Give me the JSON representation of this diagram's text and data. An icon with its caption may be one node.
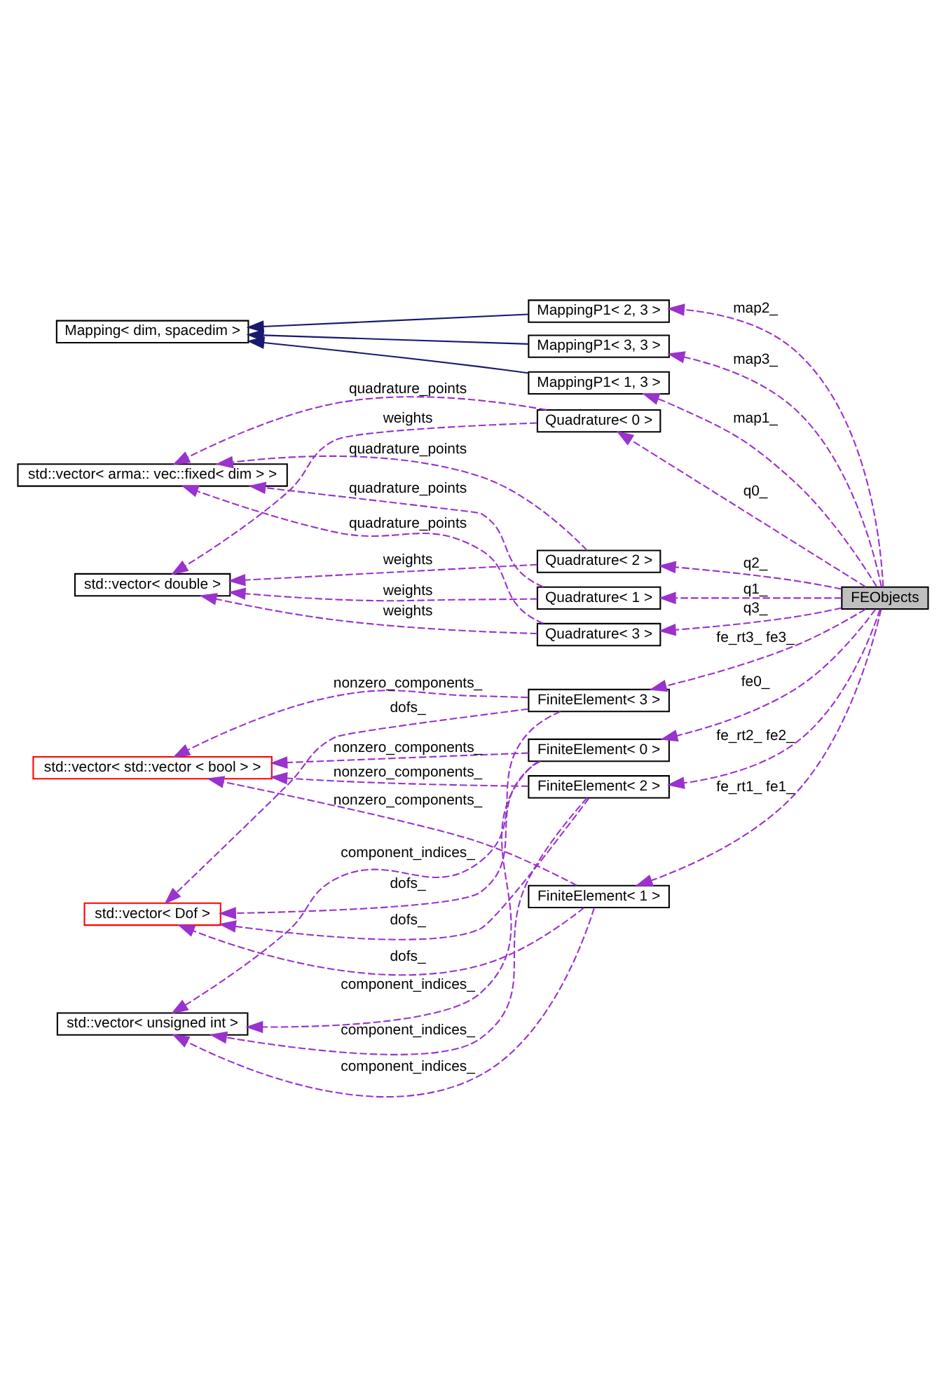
{
  "diagram": {
    "nodes": [
      {
        "text": [
          "Mapping< dim, spacedim >"
        ]
      },
      {
        "text": [
          "MappingP1< 2, 3 >"
        ]
      },
      {
        "text": [
          "MappingP1< 3, 3 >"
        ]
      },
      {
        "text": [
          "MappingP1< 1, 3 >"
        ]
      },
      {
        "text": [
          "std::vector< arma:: vec::fixed< dim > >"
        ]
      },
      {
        "text": [
          "Quadrature< 1 >"
        ]
      },
      {
        "text": [
          "Quadrature< 2 >"
        ]
      },
      {
        "text": [
          "std::vector< double >"
        ]
      },
      {
        "text": [
          "Quadrature< 0 >"
        ]
      },
      {
        "text": [
          "FEObjects"
        ]
      },
      {
        "text": [
          "Quadrature< 3 >"
        ]
      },
      {
        "text": [
          "FiniteElement< 3 >"
        ]
      },
      {
        "text": [
          "FiniteElement< 2 >"
        ]
      },
      {
        "text": [
          "std::vector< Dof >"
        ]
      },
      {
        "text": [
          "std::vector< std::vector < bool > >"
        ]
      },
      {
        "text": [
          "FiniteElement< 0 >"
        ]
      },
      {
        "text": [
          "std::vector< unsigned int >"
        ]
      },
      {
        "text": [
          "FiniteElement< 1 >"
        ]
      }
    ],
    "edges": [
      {
        "from": 1,
        "to": 0,
        "arrow": "to",
        "color": "#191970"
      },
      {
        "from": 2,
        "to": 0,
        "arrow": "to",
        "color": "#191970"
      },
      {
        "from": 3,
        "to": 0,
        "arrow": "to",
        "color": "#191970"
      },
      {
        "from": 9,
        "to": 1,
        "arrow": "to",
        "style": "dashed",
        "label": "map2_"
      },
      {
        "from": 9,
        "to": 2,
        "arrow": "to",
        "style": "dashed",
        "label": "map3_"
      },
      {
        "from": 9,
        "to": 3,
        "arrow": "to",
        "style": "dashed",
        "label": "map1_"
      },
      {
        "from": 9,
        "to": 5,
        "arrow": "to",
        "style": "dashed",
        "label": "q1_"
      },
      {
        "from": 9,
        "to": 6,
        "arrow": "to",
        "style": "dashed",
        "label": "q2_"
      },
      {
        "from": 9,
        "to": 8,
        "arrow": "to",
        "style": "dashed",
        "label": "q0_"
      },
      {
        "from": 9,
        "to": 10,
        "arrow": "to",
        "style": "dashed",
        "label": "q3_"
      },
      {
        "from": 9,
        "to": 11,
        "arrow": "to",
        "style": "dashed",
        "label": "fe_rt3_ fe3_"
      },
      {
        "from": 9,
        "to": 12,
        "arrow": "to",
        "style": "dashed",
        "label": "fe_rt2_ fe2_"
      },
      {
        "from": 9,
        "to": 15,
        "arrow": "to",
        "style": "dashed",
        "label": "fe0_"
      },
      {
        "from": 9,
        "to": 17,
        "arrow": "to",
        "style": "dashed",
        "label": "fe_rt1_ fe1_"
      },
      {
        "from": 5,
        "to": 4,
        "arrow": "to",
        "style": "dashed",
        "label": "quadrature_points"
      },
      {
        "from": 5,
        "to": 7,
        "arrow": "to",
        "style": "dashed",
        "label": "weights"
      },
      {
        "from": 6,
        "to": 4,
        "arrow": "to",
        "style": "dashed",
        "label": "quadrature_points"
      },
      {
        "from": 6,
        "to": 7,
        "arrow": "to",
        "style": "dashed",
        "label": "weights"
      },
      {
        "from": 8,
        "to": 4,
        "arrow": "to",
        "style": "dashed",
        "label": "quadrature_points"
      },
      {
        "from": 8,
        "to": 7,
        "arrow": "to",
        "style": "dashed",
        "label": "weights"
      },
      {
        "from": 10,
        "to": 4,
        "arrow": "to",
        "style": "dashed",
        "label": "quadrature_points"
      },
      {
        "from": 10,
        "to": 7,
        "arrow": "to",
        "style": "dashed",
        "label": "weights"
      },
      {
        "from": 11,
        "to": 13,
        "arrow": "to",
        "style": "dashed",
        "label": "dofs_"
      },
      {
        "from": 11,
        "to": 14,
        "arrow": "to",
        "style": "dashed",
        "label": "nonzero_components_"
      },
      {
        "from": 11,
        "to": 16,
        "arrow": "to",
        "style": "dashed",
        "label": "component_indices_"
      },
      {
        "from": 12,
        "to": 13,
        "arrow": "to",
        "style": "dashed",
        "label": "dofs_"
      },
      {
        "from": 12,
        "to": 14,
        "arrow": "to",
        "style": "dashed",
        "label": "nonzero_components_"
      },
      {
        "from": 12,
        "to": 16,
        "arrow": "to",
        "style": "dashed",
        "label": "component_indices_"
      },
      {
        "from": 15,
        "to": 13,
        "arrow": "to",
        "style": "dashed",
        "label": "dofs_"
      },
      {
        "from": 15,
        "to": 14,
        "arrow": "to",
        "style": "dashed",
        "label": "nonzero_components_"
      },
      {
        "from": 15,
        "to": 16,
        "arrow": "to",
        "style": "dashed",
        "label": "component_indices_"
      },
      {
        "from": 17,
        "to": 13,
        "arrow": "to",
        "style": "dashed",
        "label": "dofs_"
      },
      {
        "from": 17,
        "to": 14,
        "arrow": "to",
        "style": "dashed",
        "label": "nonzero_components_"
      },
      {
        "from": 17,
        "to": 16,
        "arrow": "to",
        "style": "dashed",
        "label": "component_indices_"
      }
    ]
  }
}
